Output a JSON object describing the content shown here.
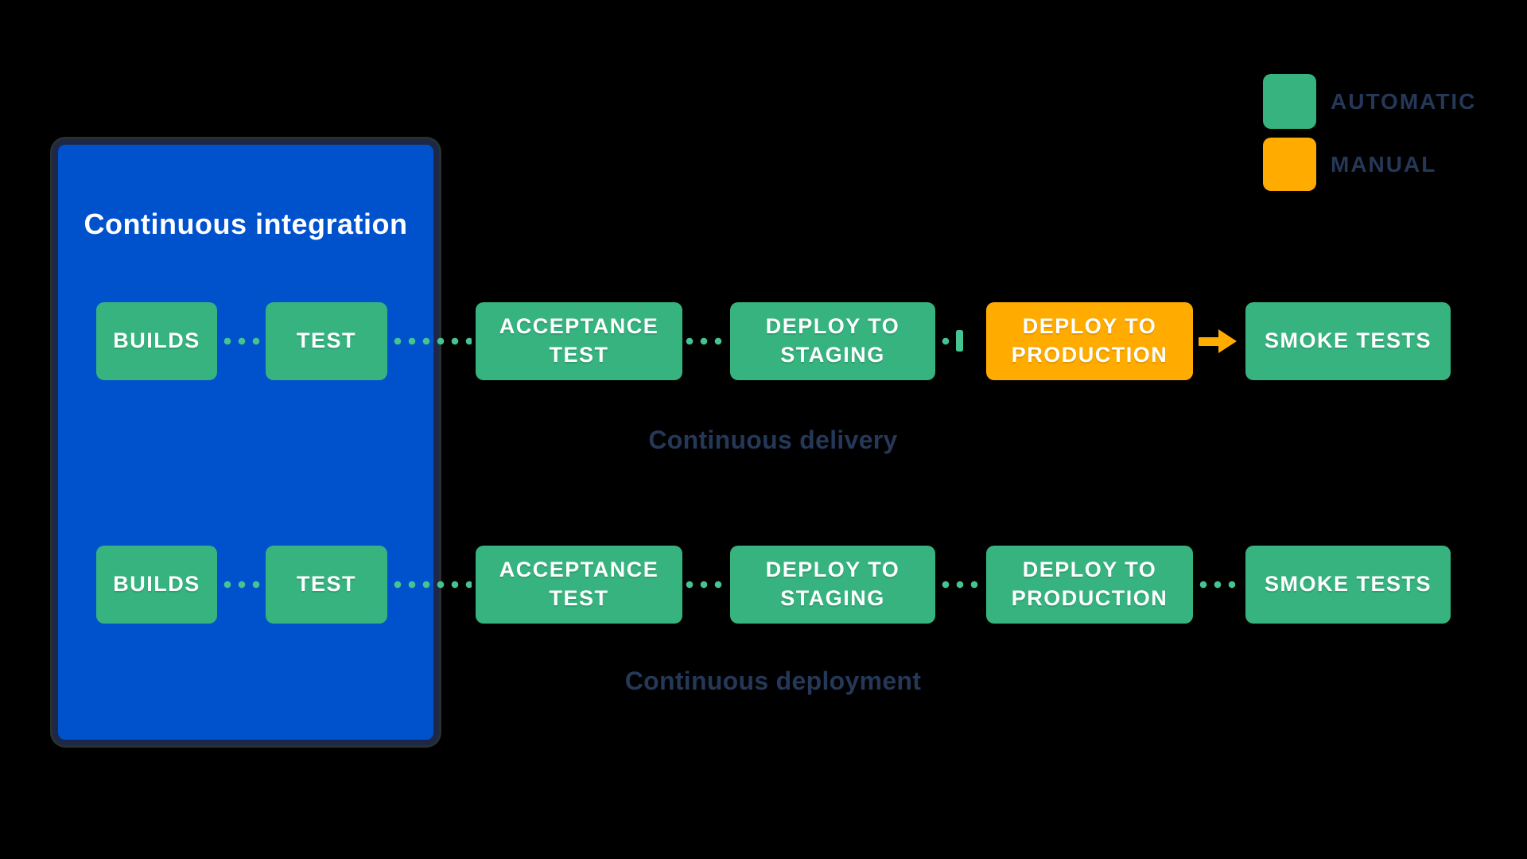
{
  "panel": {
    "title": "Continuous integration"
  },
  "legend": {
    "items": [
      {
        "label": "AUTOMATIC",
        "color": "#36B37E"
      },
      {
        "label": "MANUAL",
        "color": "#FFAB00"
      }
    ]
  },
  "rows": [
    {
      "caption": "Continuous delivery",
      "nodes": [
        {
          "label": "BUILDS",
          "mode": "automatic"
        },
        {
          "label": "TEST",
          "mode": "automatic"
        },
        {
          "label": "ACCEPTANCE TEST",
          "mode": "automatic"
        },
        {
          "label": "DEPLOY TO STAGING",
          "mode": "automatic"
        },
        {
          "label": "DEPLOY TO PRODUCTION",
          "mode": "manual"
        },
        {
          "label": "SMOKE TESTS",
          "mode": "automatic"
        }
      ]
    },
    {
      "caption": "Continuous deployment",
      "nodes": [
        {
          "label": "BUILDS",
          "mode": "automatic"
        },
        {
          "label": "TEST",
          "mode": "automatic"
        },
        {
          "label": "ACCEPTANCE TEST",
          "mode": "automatic"
        },
        {
          "label": "DEPLOY TO STAGING",
          "mode": "automatic"
        },
        {
          "label": "DEPLOY TO PRODUCTION",
          "mode": "automatic"
        },
        {
          "label": "SMOKE TESTS",
          "mode": "automatic"
        }
      ]
    }
  ],
  "colors": {
    "background": "#000000",
    "panel_blue": "#0052CC",
    "panel_border": "#1D2849",
    "automatic_green": "#36B37E",
    "manual_orange": "#FFAB00",
    "connector_green": "#45C492",
    "label_navy": "#253858",
    "node_text": "#FFFFFF"
  }
}
